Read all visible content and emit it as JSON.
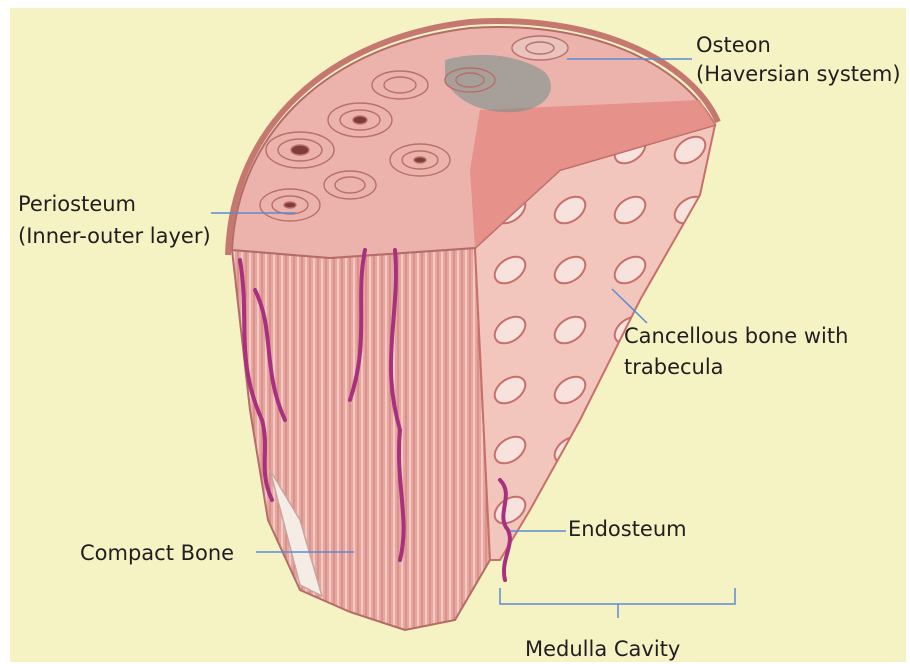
{
  "labels": {
    "osteon": "Osteon",
    "osteon_sub": "(Haversian system)",
    "periosteum": "Periosteum",
    "periosteum_sub": "(Inner-outer layer)",
    "cancellous": "Cancellous  bone with",
    "cancellous_sub": "trabecula",
    "endosteum": "Endosteum",
    "compact": "Compact Bone",
    "medulla": "Medulla Cavity"
  },
  "colors": {
    "background": "#f5f2c4",
    "leader_line": "#5b8bd0",
    "bone": "#e8a49a",
    "vessel": "#a8307f"
  }
}
